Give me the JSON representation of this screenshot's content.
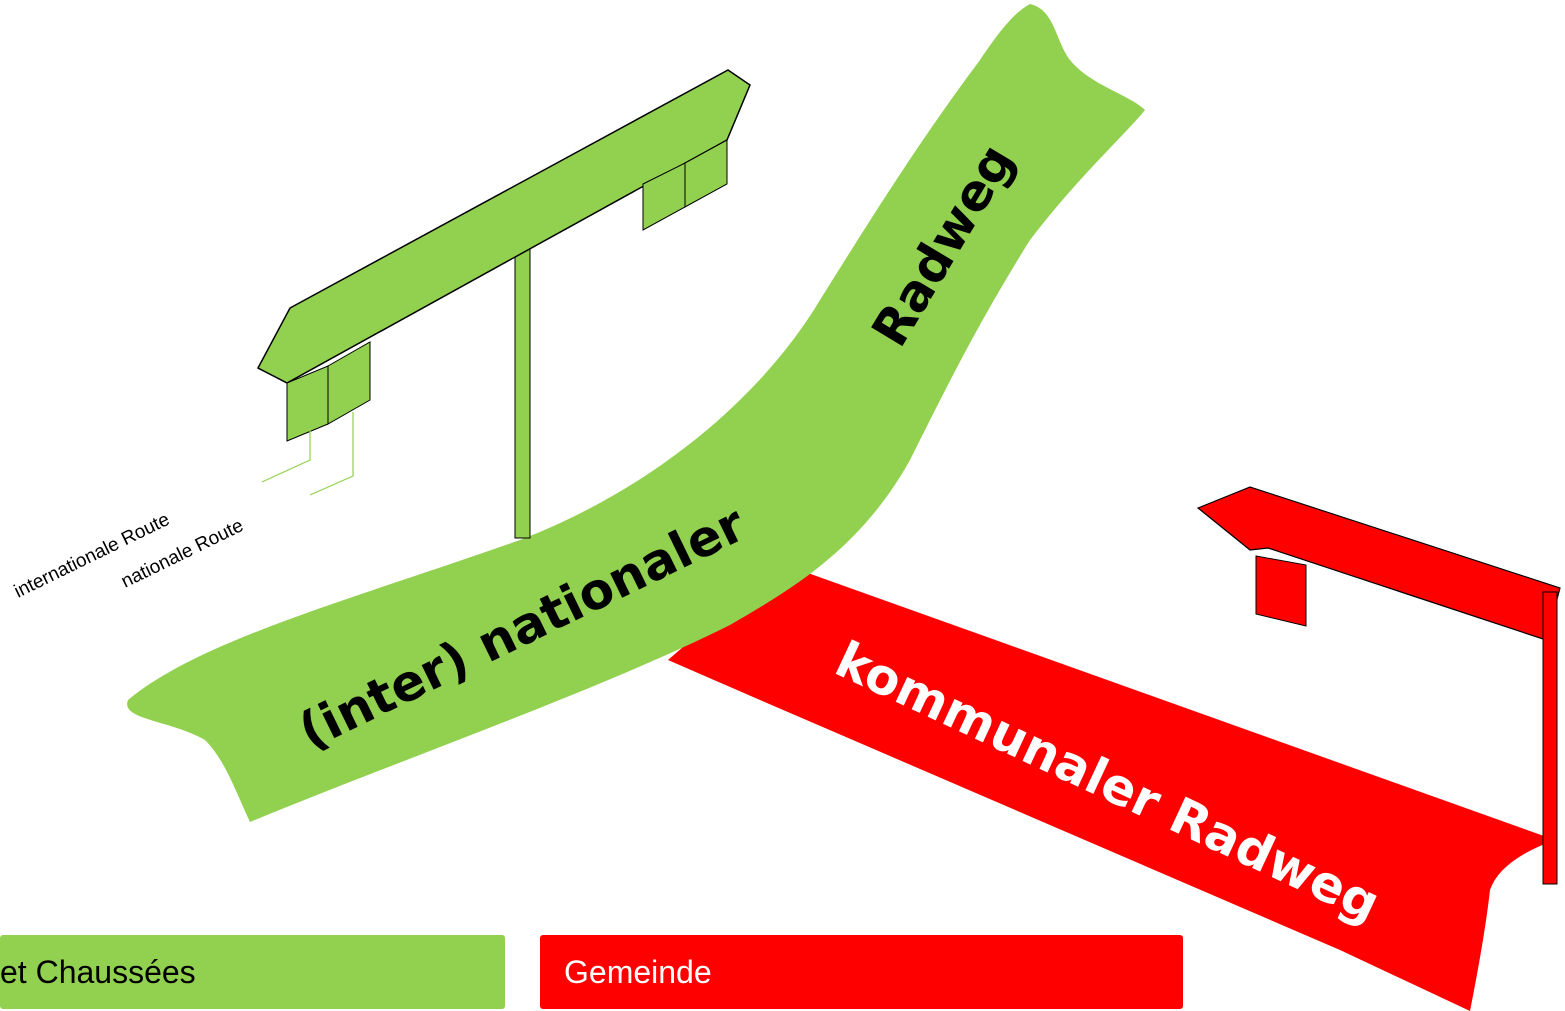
{
  "colors": {
    "national": "#92d050",
    "communal": "#ff0000",
    "outline": "#000000",
    "label_dark": "#000000",
    "label_light": "#ffffff"
  },
  "paths": {
    "national_label_part1": "(inter) nationaler",
    "national_label_part2": "Radweg",
    "communal_label": "kommunaler Radweg"
  },
  "sign_callouts": {
    "international": "internationale Route",
    "national": "nationale Route"
  },
  "legend": {
    "green": "et Chaussées",
    "red": "Gemeinde"
  }
}
